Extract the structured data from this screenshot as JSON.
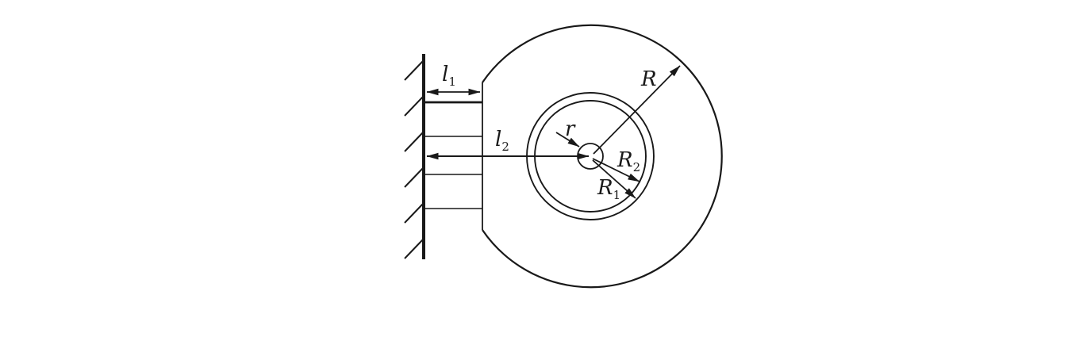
{
  "figure": {
    "description": "Mechanics diagram: stepped bracket fixed to a hatched wall supporting a large disk of radius R with inner pulley rings R1 and R2 and central axle of radius r; dimensions l1 and l2 measured from the wall",
    "background_color": "#ffffff",
    "line_color": "#191919",
    "labels": {
      "l1": {
        "base": "l",
        "sub": "1"
      },
      "l2": {
        "base": "l",
        "sub": "2"
      },
      "r": {
        "base": "r",
        "sub": ""
      },
      "R": {
        "base": "R",
        "sub": ""
      },
      "R2": {
        "base": "R",
        "sub": "2"
      },
      "R1": {
        "base": "R",
        "sub": "1"
      }
    }
  }
}
